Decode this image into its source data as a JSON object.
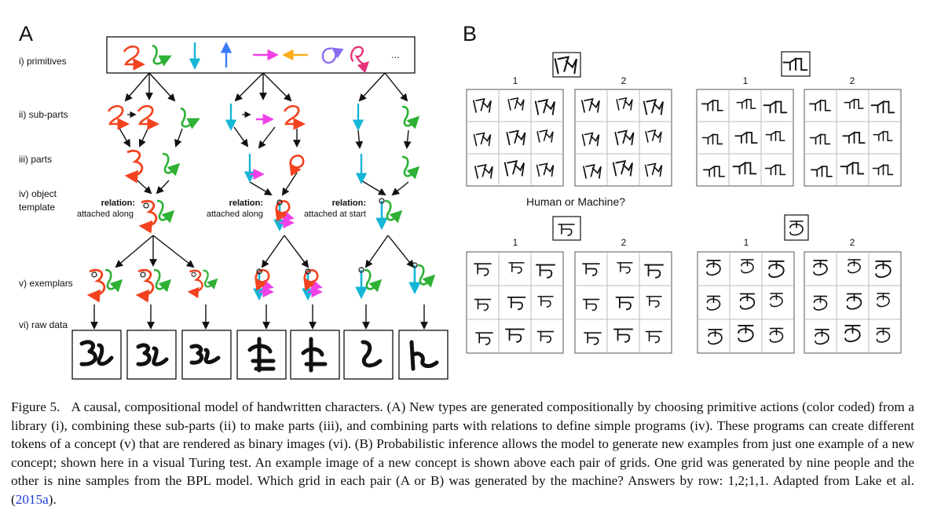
{
  "panel_a": {
    "letter": "A",
    "row_labels": [
      "i) primitives",
      "ii) sub-parts",
      "iii) parts",
      "iv) object",
      "template",
      "v) exemplars",
      "vi) raw data"
    ],
    "relations": [
      {
        "heading": "relation:",
        "text": "attached along"
      },
      {
        "heading": "relation:",
        "text": "attached along"
      },
      {
        "heading": "relation:",
        "text": "attached at start"
      }
    ],
    "ellipsis": "..."
  },
  "panel_b": {
    "letter": "B",
    "question": "Human or Machine?",
    "grid_labels": [
      "1",
      "2"
    ]
  },
  "colors": {
    "red": "#f2421f",
    "green": "#2eb135",
    "cyan": "#15b6d6",
    "blue": "#3b7bff",
    "magenta": "#f040e6",
    "orange": "#ffab1a",
    "purple": "#8a6cf0",
    "pink": "#e8337a",
    "ink": "#111111",
    "grid_line": "#bbbbbb"
  },
  "caption": {
    "label": "Figure 5.",
    "text": "A causal, compositional model of handwritten characters. (A) New types are generated compositionally by choosing primitive actions (color coded) from a library (i), combining these sub-parts (ii) to make parts (iii), and combining parts with relations to define simple programs (iv). These programs can create different tokens of a concept (v) that are rendered as binary images (vi). (B) Probabilistic inference allows the model to generate new examples from just one example of a new concept; shown here in a visual Turing test. An example image of a new concept is shown above each pair of grids. One grid was generated by nine people and the other is nine samples from the BPL model. Which grid in each pair (A or B) was generated by the machine? Answers by row: 1,2;1,1. Adapted from Lake et al. (",
    "ref": "2015a",
    "end": ")."
  }
}
